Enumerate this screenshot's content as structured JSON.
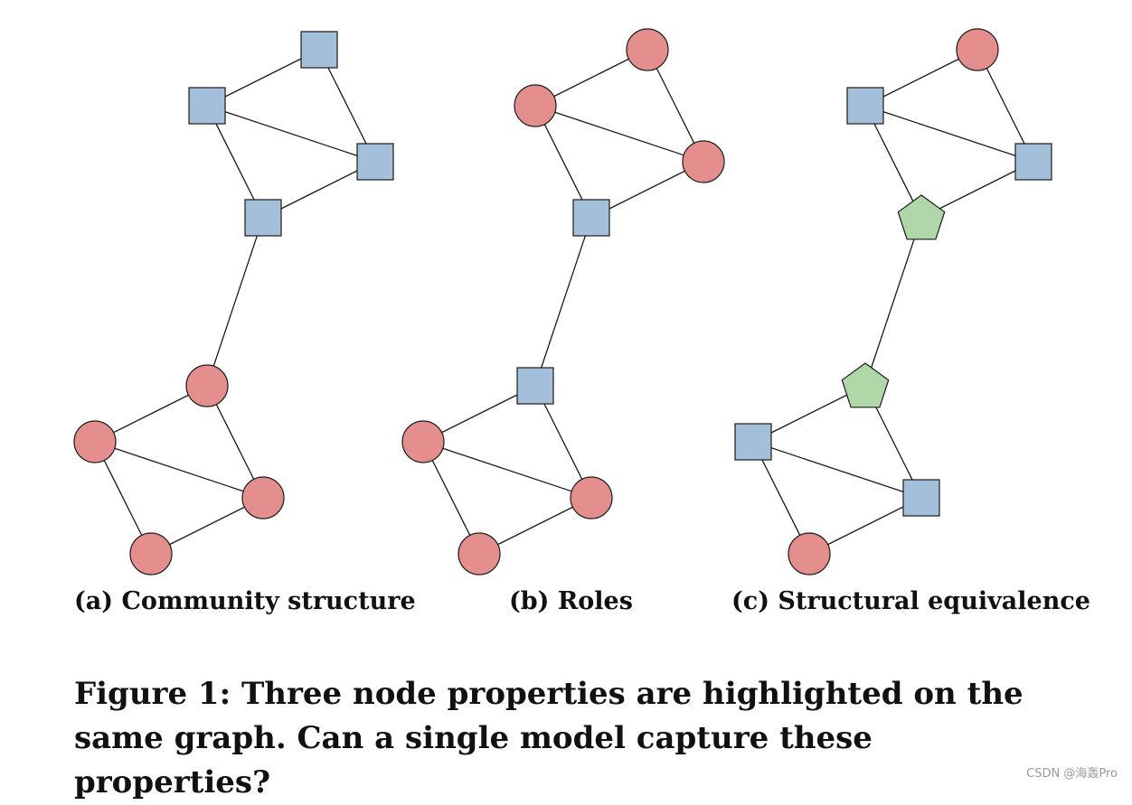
{
  "colors": {
    "circle_fill": "#e48e8e",
    "square_fill": "#a3bfda",
    "pentagon_fill": "#b0d7a8",
    "stroke": "#1a1a1a"
  },
  "panels": [
    {
      "caption": "(a) Community structure",
      "nodes": [
        {
          "id": "top-square",
          "shape": "square"
        },
        {
          "id": "upper-left",
          "shape": "square"
        },
        {
          "id": "upper-right",
          "shape": "square"
        },
        {
          "id": "upper-bridge",
          "shape": "square"
        },
        {
          "id": "lower-bridge",
          "shape": "circle"
        },
        {
          "id": "lower-left",
          "shape": "circle"
        },
        {
          "id": "lower-right",
          "shape": "circle"
        },
        {
          "id": "bottom",
          "shape": "circle"
        }
      ]
    },
    {
      "caption": "(b) Roles",
      "nodes": [
        {
          "id": "top-square",
          "shape": "circle"
        },
        {
          "id": "upper-left",
          "shape": "circle"
        },
        {
          "id": "upper-right",
          "shape": "circle"
        },
        {
          "id": "upper-bridge",
          "shape": "square"
        },
        {
          "id": "lower-bridge",
          "shape": "square"
        },
        {
          "id": "lower-left",
          "shape": "circle"
        },
        {
          "id": "lower-right",
          "shape": "circle"
        },
        {
          "id": "bottom",
          "shape": "circle"
        }
      ]
    },
    {
      "caption": "(c) Structural equivalence",
      "nodes": [
        {
          "id": "top-square",
          "shape": "circle"
        },
        {
          "id": "upper-left",
          "shape": "square"
        },
        {
          "id": "upper-right",
          "shape": "square"
        },
        {
          "id": "upper-bridge",
          "shape": "pentagon"
        },
        {
          "id": "lower-bridge",
          "shape": "pentagon"
        },
        {
          "id": "lower-left",
          "shape": "square"
        },
        {
          "id": "lower-right",
          "shape": "square"
        },
        {
          "id": "bottom",
          "shape": "circle"
        }
      ]
    }
  ],
  "edges": [
    [
      "top-square",
      "upper-left"
    ],
    [
      "top-square",
      "upper-right"
    ],
    [
      "upper-left",
      "upper-right"
    ],
    [
      "upper-left",
      "upper-bridge"
    ],
    [
      "upper-right",
      "upper-bridge"
    ],
    [
      "upper-bridge",
      "lower-bridge"
    ],
    [
      "lower-bridge",
      "lower-left"
    ],
    [
      "lower-bridge",
      "lower-right"
    ],
    [
      "lower-left",
      "lower-right"
    ],
    [
      "lower-left",
      "bottom"
    ],
    [
      "lower-right",
      "bottom"
    ]
  ],
  "figure_caption": "Figure 1: Three node properties are highlighted on the same graph. Can a single model capture these properties?",
  "watermark": "CSDN @海轰Pro"
}
